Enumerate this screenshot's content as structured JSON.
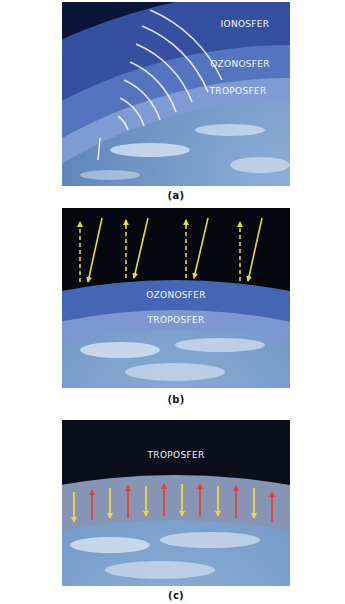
{
  "diagram": {
    "labels": [
      "IONOSFER",
      "OZONOSFER",
      "TROPOSFER",
      "(a)",
      "OZONOSFER",
      "TROPOSFER",
      "(b)",
      "TROPOSFER",
      "(c)"
    ]
  }
}
